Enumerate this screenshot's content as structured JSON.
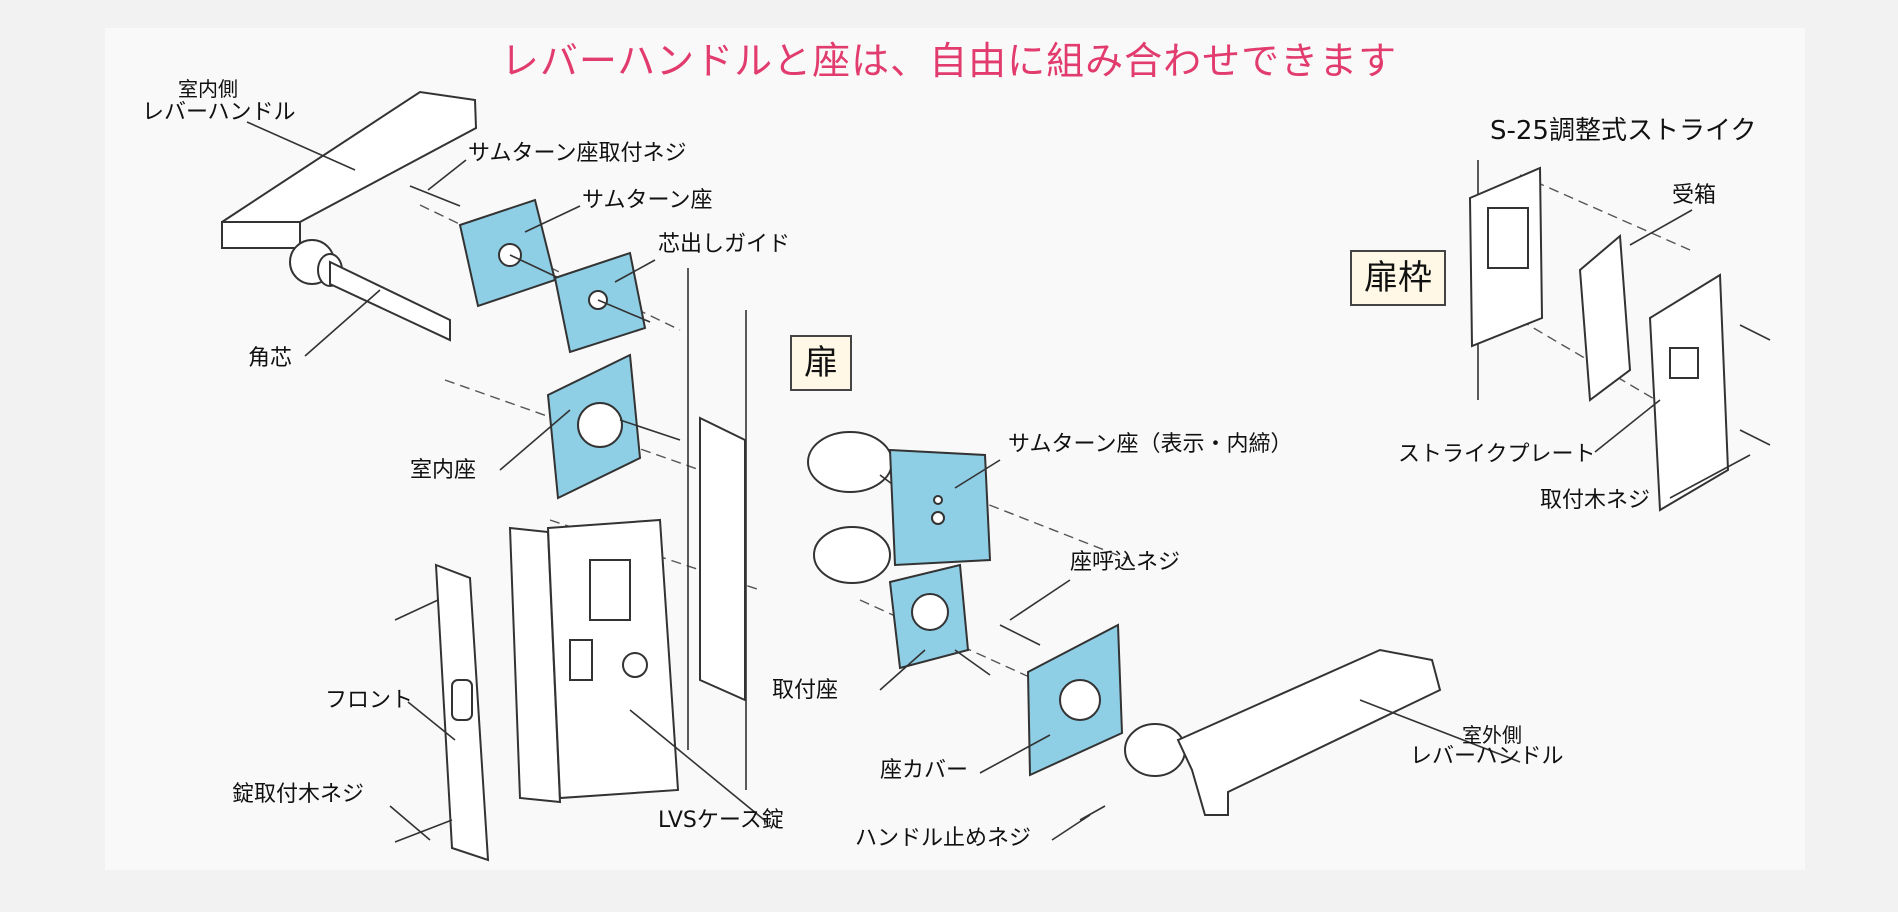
{
  "title": "レバーハンドルと座は、自由に組み合わせできます",
  "colors": {
    "part_fill": "#8ecfe6",
    "title_color": "#e23b6e",
    "line": "#333333",
    "background": "#f2f2f2"
  },
  "labels": {
    "inner_lever_line1": "室内側",
    "inner_lever_line2": "レバーハンドル",
    "thumbturn_screw": "サムターン座取付ネジ",
    "thumbturn_seat": "サムターン座",
    "centering_guide": "芯出しガイド",
    "square_spindle": "角芯",
    "inner_seat": "室内座",
    "front": "フロント",
    "lock_screw": "錠取付木ネジ",
    "lvs_case_lock": "LVSケース錠",
    "door": "扉",
    "thumbturn_seat_display": "サムターン座（表示・内締）",
    "seat_screw": "座呼込ネジ",
    "mount_seat": "取付座",
    "seat_cover": "座カバー",
    "handle_stop_screw": "ハンドル止めネジ",
    "outer_lever_line1": "室外側",
    "outer_lever_line2": "レバーハンドル",
    "strike_title": "S-25調整式ストライク",
    "strike_box": "受箱",
    "door_frame": "扉枠",
    "strike_plate": "ストライクプレート",
    "mount_wood_screw": "取付木ネジ"
  }
}
